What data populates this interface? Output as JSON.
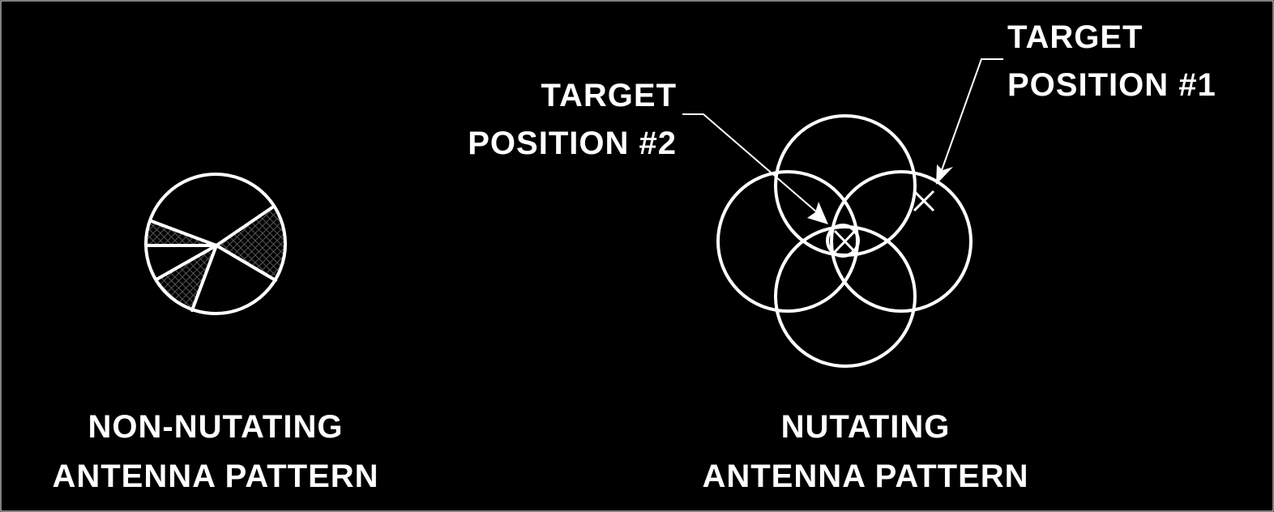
{
  "colors": {
    "background": "#000000",
    "line": "#ffffff",
    "hatch": "#555555"
  },
  "left_caption": {
    "line1": "NON-NUTATING",
    "line2": "ANTENNA PATTERN"
  },
  "right_caption": {
    "line1": "NUTATING",
    "line2": "ANTENNA PATTERN"
  },
  "target2": {
    "line1": "TARGET",
    "line2": "POSITION #2"
  },
  "target1": {
    "line1": "TARGET",
    "line2": "POSITION #1"
  }
}
